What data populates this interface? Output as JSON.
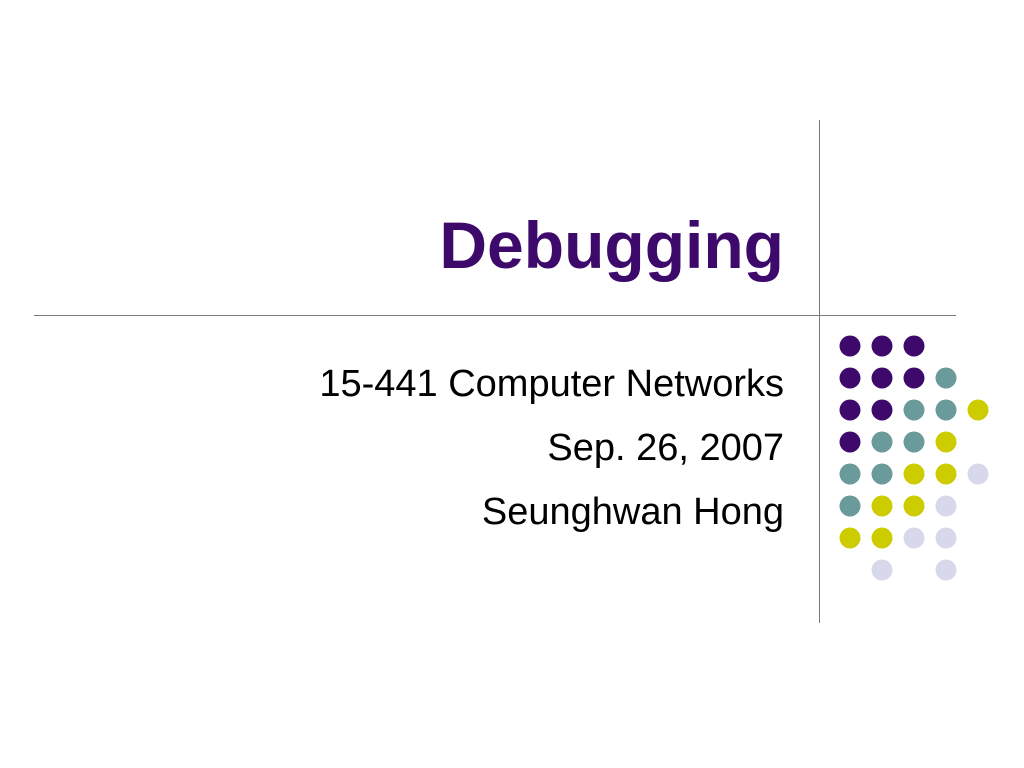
{
  "slide": {
    "title": "Debugging",
    "subtitle_lines": [
      "15-441 Computer Networks",
      "Sep. 26, 2007",
      "Seunghwan Hong"
    ]
  },
  "colors": {
    "title": "#3d0a6b",
    "divider": "#7a7a7a",
    "purple": "#3d0a6b",
    "teal": "#6b9a9b",
    "yellow": "#cccc00",
    "lavender": "#d8d8ec"
  },
  "dot_grid": [
    [
      "purple",
      "purple",
      "purple",
      null,
      null
    ],
    [
      "purple",
      "purple",
      "purple",
      "teal",
      null
    ],
    [
      "purple",
      "purple",
      "teal",
      "teal",
      "yellow"
    ],
    [
      "purple",
      "teal",
      "teal",
      "yellow",
      null
    ],
    [
      "teal",
      "teal",
      "yellow",
      "yellow",
      "lavender"
    ],
    [
      "teal",
      "yellow",
      "yellow",
      "lavender",
      null
    ],
    [
      "yellow",
      "yellow",
      "lavender",
      "lavender",
      null
    ],
    [
      null,
      "lavender",
      null,
      "lavender",
      null
    ]
  ]
}
